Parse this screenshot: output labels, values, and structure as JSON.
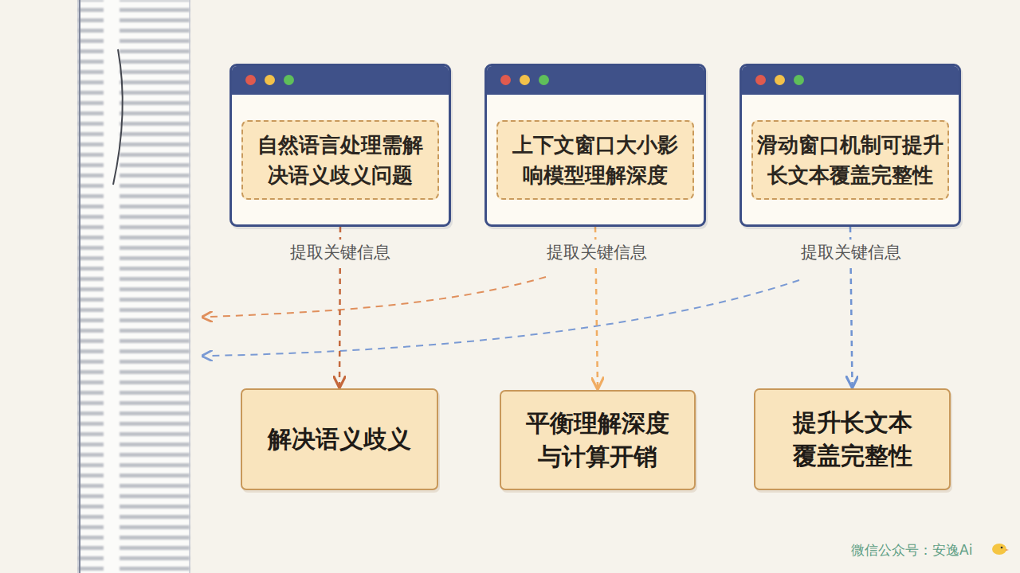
{
  "diagram": {
    "nodes": [
      {
        "text": [
          "自然语言处理需解决语义歧义问题"
        ]
      },
      {
        "text": [
          "上下文窗口大小影响模型理解深度"
        ]
      },
      {
        "text": [
          "滑动窗口机制可提升长文本覆盖完整性"
        ]
      },
      {
        "text": [
          "解决语义歧义"
        ]
      },
      {
        "text": [
          "平衡理解深度与计算开销"
        ]
      },
      {
        "text": [
          "提升长文本覆盖完整性"
        ]
      }
    ],
    "edges": [
      {
        "from": 0,
        "to": 3,
        "arrow": "to",
        "label": "提取关键信息"
      },
      {
        "from": 1,
        "to": 4,
        "arrow": "to",
        "label": "提取关键信息"
      },
      {
        "from": 2,
        "to": 5,
        "arrow": "to",
        "label": "提取关键信息"
      }
    ],
    "labels": [
      "微信公众号：安逸Ai"
    ]
  }
}
